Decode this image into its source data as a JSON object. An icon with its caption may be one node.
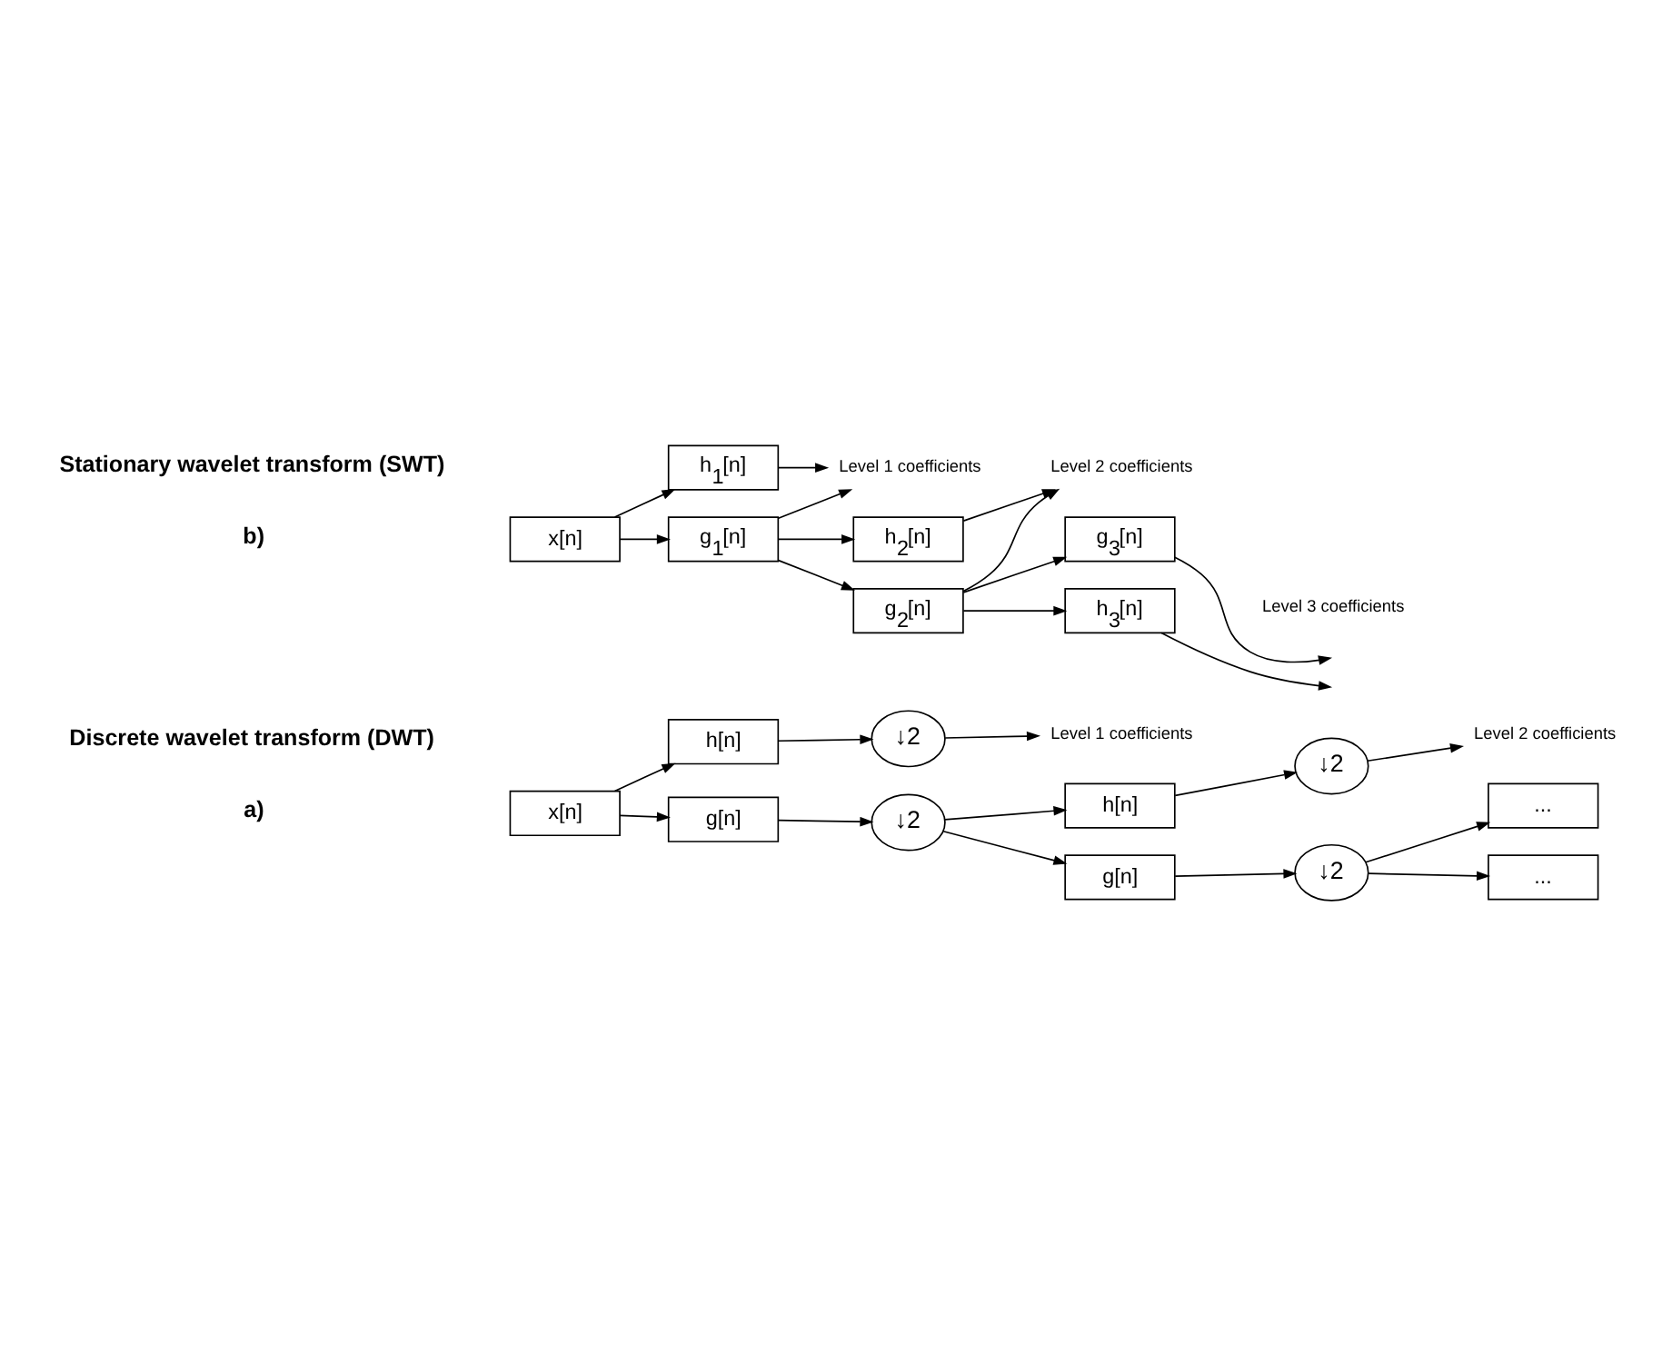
{
  "diagram": {
    "nodes": [
      {
        "text": [
          "x[n]"
        ]
      },
      {
        "text": [
          "g[n]"
        ]
      },
      {
        "text": [
          "h[n]"
        ]
      },
      {
        "text": [
          "↓2"
        ]
      },
      {
        "text": [
          "↓2"
        ]
      },
      {
        "text": [
          "Level 1 coefficients"
        ]
      },
      {
        "text": [
          "g[n]"
        ]
      },
      {
        "text": [
          "h[n]"
        ]
      },
      {
        "text": [
          "↓2"
        ]
      },
      {
        "text": [
          "↓2"
        ]
      },
      {
        "text": [
          "Level 2 coefficients"
        ]
      },
      {
        "text": [
          "..."
        ]
      },
      {
        "text": [
          "..."
        ]
      },
      {
        "text": [
          "x[n]"
        ]
      },
      {
        "text": [
          "g$_{1}$[n]"
        ]
      },
      {
        "text": [
          "h$_{1}$[n]"
        ]
      },
      {
        "text": [
          "Level 1 coefficients"
        ]
      },
      {
        "text": [
          "g$_{2}$[n]"
        ]
      },
      {
        "text": [
          "h$_{2}$[n]"
        ]
      },
      {
        "text": [
          "Level 2 coefficients"
        ]
      },
      {
        "text": [
          "g$_{3}$[n]"
        ]
      },
      {
        "text": [
          "h$_{3}$[n]"
        ]
      }
    ],
    "edges": [
      {
        "from": 0,
        "to": 1,
        "arrow": "to"
      },
      {
        "from": 0,
        "to": 2,
        "arrow": "to"
      },
      {
        "from": 1,
        "to": 3,
        "arrow": "to"
      },
      {
        "from": 2,
        "to": 4,
        "arrow": "to"
      },
      {
        "from": 4,
        "to": 5,
        "arrow": "to"
      },
      {
        "from": 3,
        "to": 6,
        "arrow": "to"
      },
      {
        "from": 3,
        "to": 7,
        "arrow": "to"
      },
      {
        "from": 6,
        "to": 8,
        "arrow": "to"
      },
      {
        "from": 7,
        "to": 9,
        "arrow": "to"
      },
      {
        "from": 9,
        "to": 10,
        "arrow": "to"
      },
      {
        "from": 8,
        "to": 11,
        "arrow": "to"
      },
      {
        "from": 8,
        "to": 12,
        "arrow": "to"
      },
      {
        "from": 13,
        "to": 14,
        "arrow": "to"
      },
      {
        "from": 13,
        "to": 15,
        "arrow": "to"
      },
      {
        "from": 14,
        "to": 17,
        "arrow": "to"
      },
      {
        "from": 14,
        "to": 18,
        "arrow": "to"
      },
      {
        "from": 14,
        "to": 16,
        "arrow": "to"
      },
      {
        "from": 15,
        "to": 16,
        "arrow": "to"
      },
      {
        "from": 17,
        "to": 20,
        "arrow": "to"
      },
      {
        "from": 17,
        "to": 21,
        "arrow": "to"
      },
      {
        "from": 17,
        "to": 19,
        "arrow": "to"
      },
      {
        "from": 18,
        "to": 19,
        "arrow": "to"
      },
      {
        "from": 20,
        "to": null,
        "arrow": "to"
      },
      {
        "from": 21,
        "to": null,
        "arrow": "to"
      }
    ],
    "labels": [
      "a)",
      "Discrete wavelet transform (DWT)",
      "b)",
      "Stationary wavelet transform (SWT)",
      "Level 3 coefficients"
    ]
  }
}
